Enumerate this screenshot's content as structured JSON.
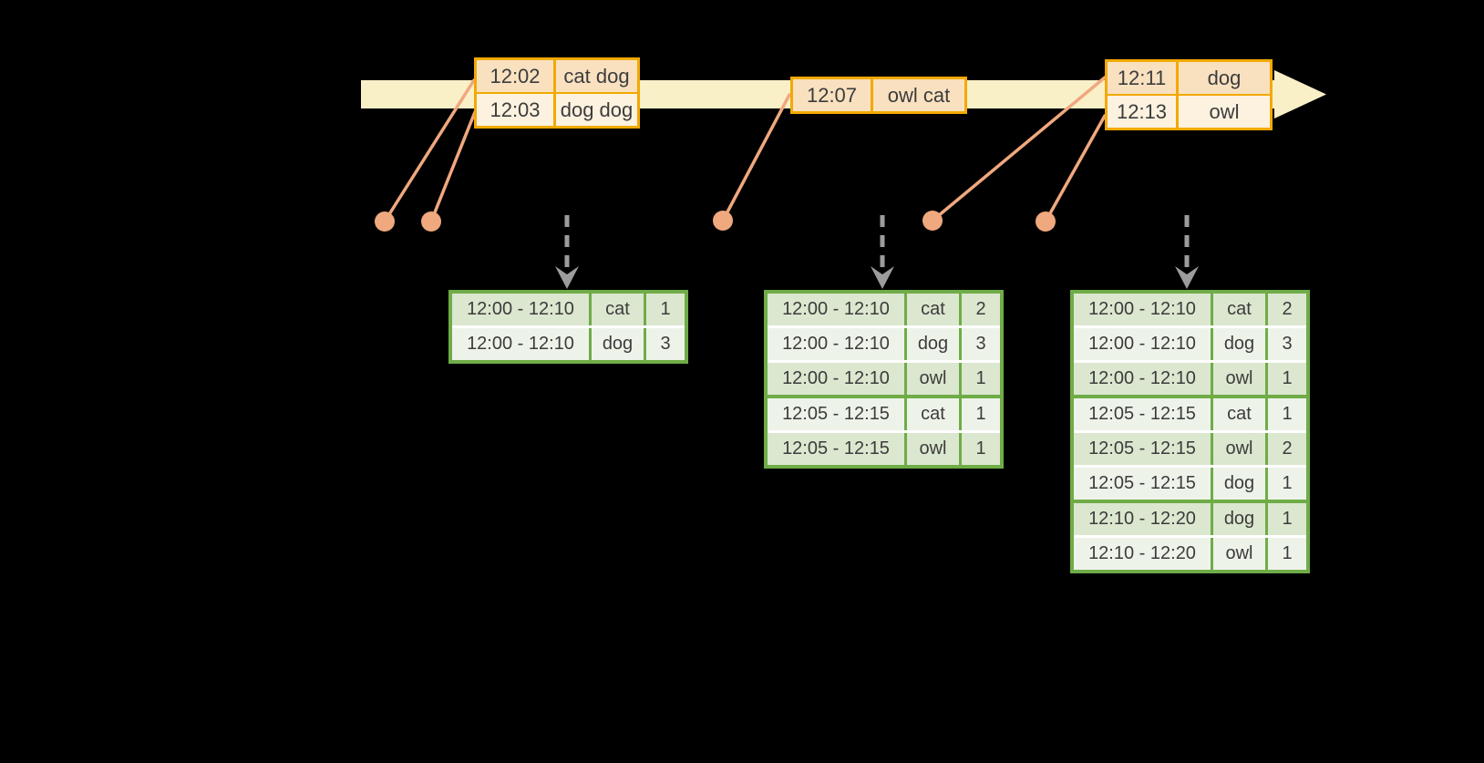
{
  "colors": {
    "band_yellow": "#FAF0C8",
    "gold": "#F2A900",
    "peach_dark": "#F9E1C0",
    "peach_light": "#FCF2DF",
    "salmon": "#F0A87E",
    "green": "#6FAC47",
    "sage_dark": "#DBE7CF",
    "sage_light": "#EEF3EA",
    "gray_arrow": "#9C9C9C",
    "text": "#3C3C3C"
  },
  "event_tables": [
    {
      "rows": [
        {
          "time": "12:02",
          "words": "cat dog"
        },
        {
          "time": "12:03",
          "words": "dog dog"
        }
      ]
    },
    {
      "rows": [
        {
          "time": "12:07",
          "words": "owl cat"
        }
      ]
    },
    {
      "rows": [
        {
          "time": "12:11",
          "words": "dog"
        },
        {
          "time": "12:13",
          "words": "owl"
        }
      ]
    }
  ],
  "result_tables": [
    {
      "rows": [
        {
          "window": "12:00 - 12:10",
          "word": "cat",
          "count": "1"
        },
        {
          "window": "12:00 - 12:10",
          "word": "dog",
          "count": "3"
        }
      ]
    },
    {
      "rows": [
        {
          "window": "12:00 - 12:10",
          "word": "cat",
          "count": "2"
        },
        {
          "window": "12:00 - 12:10",
          "word": "dog",
          "count": "3"
        },
        {
          "window": "12:00 - 12:10",
          "word": "owl",
          "count": "1"
        },
        {
          "window": "12:05 - 12:15",
          "word": "cat",
          "count": "1"
        },
        {
          "window": "12:05 - 12:15",
          "word": "owl",
          "count": "1"
        }
      ]
    },
    {
      "rows": [
        {
          "window": "12:00 - 12:10",
          "word": "cat",
          "count": "2"
        },
        {
          "window": "12:00 - 12:10",
          "word": "dog",
          "count": "3"
        },
        {
          "window": "12:00 - 12:10",
          "word": "owl",
          "count": "1"
        },
        {
          "window": "12:05 - 12:15",
          "word": "cat",
          "count": "1"
        },
        {
          "window": "12:05 - 12:15",
          "word": "owl",
          "count": "2"
        },
        {
          "window": "12:05 - 12:15",
          "word": "dog",
          "count": "1"
        },
        {
          "window": "12:10 - 12:20",
          "word": "dog",
          "count": "1"
        },
        {
          "window": "12:10 - 12:20",
          "word": "owl",
          "count": "1"
        }
      ]
    }
  ]
}
